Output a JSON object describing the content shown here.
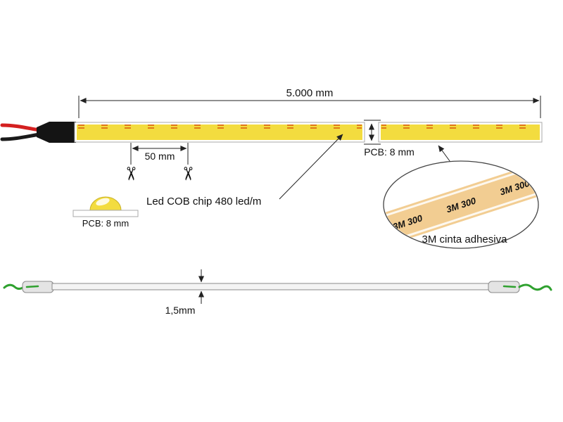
{
  "diagram": {
    "top_view": {
      "length_label": "5.000 mm",
      "cut_label": "50 mm",
      "pcb_width_label": "PCB: 8 mm",
      "chip_label": "Led COB chip 480 led/m"
    },
    "cross_section": {
      "pcb_label": "PCB: 8 mm"
    },
    "magnifier": {
      "tape_text": "3M 300",
      "caption": "3M cinta adhesiva"
    },
    "side_view": {
      "thickness_label": "1,5mm"
    },
    "icons": {
      "scissors": "✂"
    },
    "colors": {
      "strip_yellow": "#f3dc3f",
      "pad_orange": "#e07818",
      "connector_black": "#141414",
      "wire_red": "#d42020",
      "wire_black": "#1a1a1a",
      "wire_green": "#2fa12f",
      "tape_tan": "#f2cd92",
      "tape_text_green": "#1e9520",
      "sleeve_gray": "#e4e4e4"
    }
  }
}
